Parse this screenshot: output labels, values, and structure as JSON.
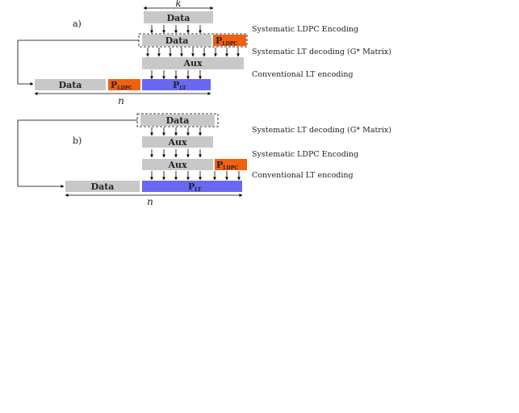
{
  "labels": {
    "data": "Data",
    "aux": "Aux",
    "p_ldpc": "P",
    "p_ldpc_sub": "LDPC",
    "p_lt": "P",
    "p_lt_sub": "LT",
    "k": "k",
    "n": "n"
  },
  "panel_a": {
    "tag": "a)",
    "steps": [
      "Systematic LDPC Encoding",
      "Systematic LT decoding (G* Matrix)",
      "Conventional LT encoding"
    ]
  },
  "panel_b": {
    "tag": "b)",
    "steps": [
      "Systematic LT decoding (G* Matrix)",
      "Systematic LDPC Encoding",
      "Conventional LT encoding"
    ]
  },
  "colors": {
    "data_block": "#c8c8c8",
    "ldpc_block": "#f06010",
    "lt_block": "#6868f0",
    "line": "#000000"
  }
}
